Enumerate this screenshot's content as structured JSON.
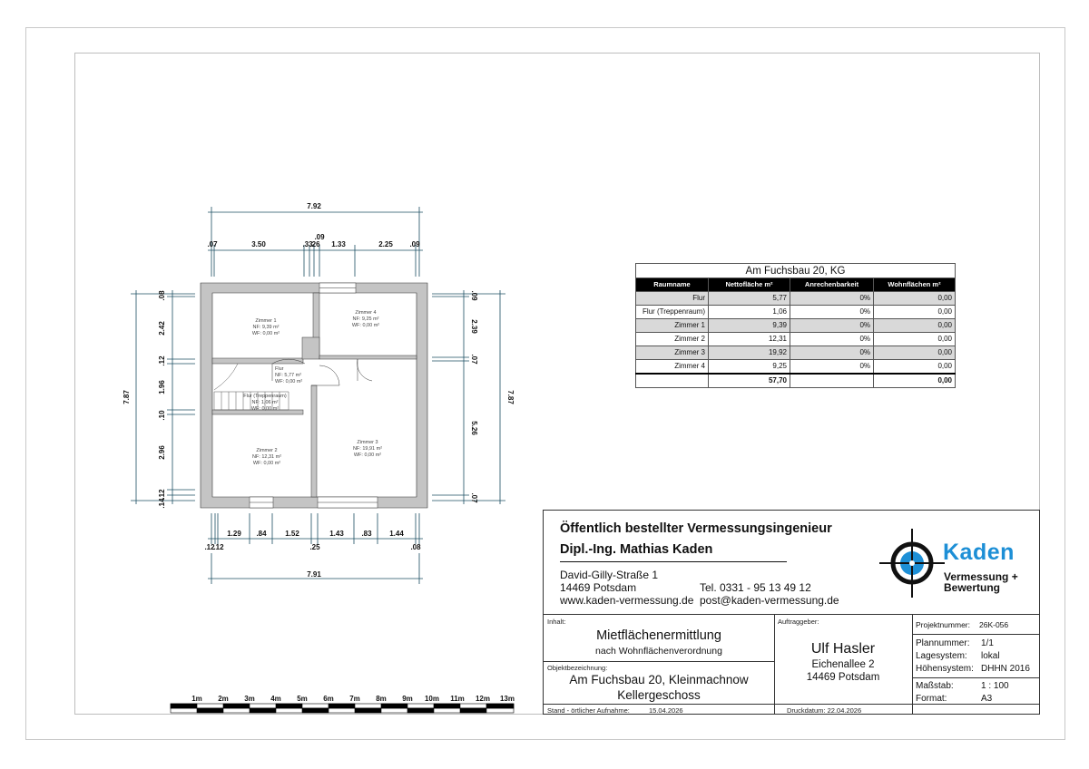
{
  "plan": {
    "dims_top": {
      "overall": "7.92",
      "parts": [
        ".07",
        "3.50",
        ".33",
        ".26",
        ".09",
        "1.33",
        "2.25",
        ".09"
      ]
    },
    "dims_bottom": {
      "overall": "7.91",
      "parts": [
        ".12",
        ".12",
        "1.29",
        ".84",
        "1.52",
        ".25",
        "1.43",
        ".83",
        "1.44",
        ".08"
      ]
    },
    "dims_left": {
      "overall": "7.87",
      "parts": [
        ".08",
        "2.42",
        ".12",
        "1.96",
        ".10",
        "2.96",
        ".12",
        ".14"
      ]
    },
    "dims_right": {
      "overall": "7.87",
      "parts": [
        ".09",
        "2.39",
        ".07",
        "5.26",
        ".07"
      ]
    },
    "rooms": [
      {
        "name": "Zimmer 1",
        "nf": "NF: 9,39 m²",
        "wf": "WF: 0,00 m²"
      },
      {
        "name": "Zimmer 4",
        "nf": "NF: 9,25 m²",
        "wf": "WF: 0,00 m²"
      },
      {
        "name": "Flur",
        "nf": "NF: 5,77 m²",
        "wf": "WF: 0,00 m²"
      },
      {
        "name": "Flur (Treppenraum)",
        "nf": "NF: 1,06 m²",
        "wf": "WF: 0,00 m²"
      },
      {
        "name": "Zimmer 2",
        "nf": "NF: 12,31 m²",
        "wf": "WF: 0,00 m²"
      },
      {
        "name": "Zimmer 3",
        "nf": "NF: 19,91 m²",
        "wf": "WF: 0,00 m²"
      }
    ]
  },
  "area_table": {
    "title": "Am Fuchsbau 20, KG",
    "headers": [
      "Raumname",
      "Nettofläche m²",
      "Anrechenbarkeit",
      "Wohnflächen m²"
    ],
    "rows": [
      [
        "Flur",
        "5,77",
        "0%",
        "0,00"
      ],
      [
        "Flur (Treppenraum)",
        "1,06",
        "0%",
        "0,00"
      ],
      [
        "Zimmer 1",
        "9,39",
        "0%",
        "0,00"
      ],
      [
        "Zimmer 2",
        "12,31",
        "0%",
        "0,00"
      ],
      [
        "Zimmer 3",
        "19,92",
        "0%",
        "0,00"
      ],
      [
        "Zimmer 4",
        "9,25",
        "0%",
        "0,00"
      ]
    ],
    "total_net": "57,70",
    "total_living": "0,00"
  },
  "title_block": {
    "line1": "Öffentlich bestellter Vermessungsingenieur",
    "line2": "Dipl.-Ing. Mathias Kaden",
    "street": "David-Gilly-Straße 1",
    "city": "14469 Potsdam",
    "web": "www.kaden-vermessung.de",
    "phone": "Tel.  0331 - 95 13 49 12",
    "email": "post@kaden-vermessung.de",
    "logo_word": "Kaden",
    "logo_sub1": "Vermessung +",
    "logo_sub2": "Bewertung",
    "inhalt_label": "Inhalt:",
    "inhalt_title": "Mietflächenermittlung",
    "inhalt_sub": "nach Wohnflächenverordnung",
    "objekt_label": "Objektbezeichnung:",
    "objekt_line1": "Am Fuchsbau 20, Kleinmachnow",
    "objekt_line2": "Kellergeschoss",
    "auftraggeber_label": "Auftraggeber:",
    "client_name": "Ulf Hasler",
    "client_street": "Eichenallee 2",
    "client_city": "14469 Potsdam",
    "stand_label": "Stand - örtlicher Aufnahme:",
    "stand_date": "15.04.2026",
    "druck_label": "Druckdatum: 22.04.2026",
    "projekt_label": "Projektnummer:",
    "projekt_value": "26K-056",
    "plan_label": "Plannummer:",
    "plan_value": "1/1",
    "lage_label": "Lagesystem:",
    "lage_value": "lokal",
    "hoehe_label": "Höhensystem:",
    "hoehe_value": "DHHN 2016",
    "mass_label": "Maßstab:",
    "mass_value": "1 : 100",
    "format_label": "Format:",
    "format_value": "A3"
  },
  "scale_bar": {
    "labels": [
      "1m",
      "2m",
      "3m",
      "4m",
      "5m",
      "6m",
      "7m",
      "8m",
      "9m",
      "10m",
      "11m",
      "12m",
      "13m"
    ]
  }
}
